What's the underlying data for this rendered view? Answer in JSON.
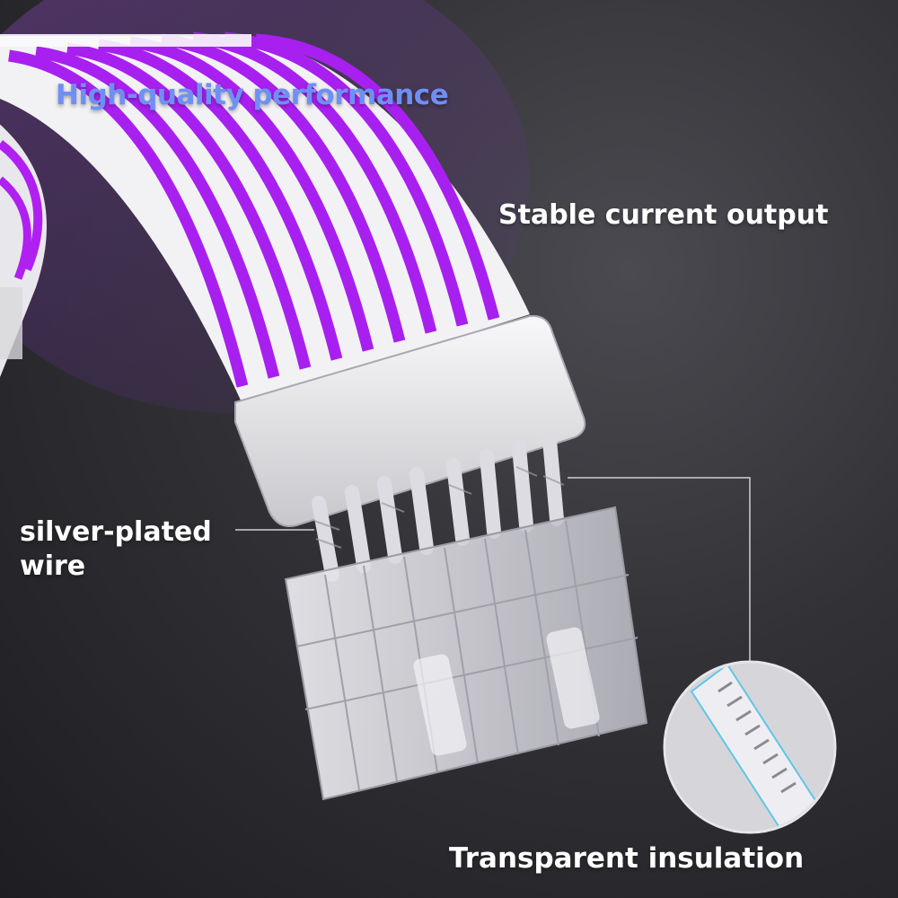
{
  "texts": {
    "headline": "High-quality performance",
    "stable_current": "Stable current output",
    "silver_plated_line1": "silver-plated",
    "silver_plated_line2": "wire",
    "transparent_insulation": "Transparent insulation"
  },
  "colors": {
    "background": "#2a2a2e",
    "headline": "#6f8ff5",
    "label": "#ffffff",
    "stripe_purple": "#a020f0",
    "cable_white": "#f2f2f4",
    "callout_line": "#d0d0d0"
  },
  "icons": {
    "product": "cable-product-illustration",
    "magnifier": "wire-closeup-magnifier"
  }
}
